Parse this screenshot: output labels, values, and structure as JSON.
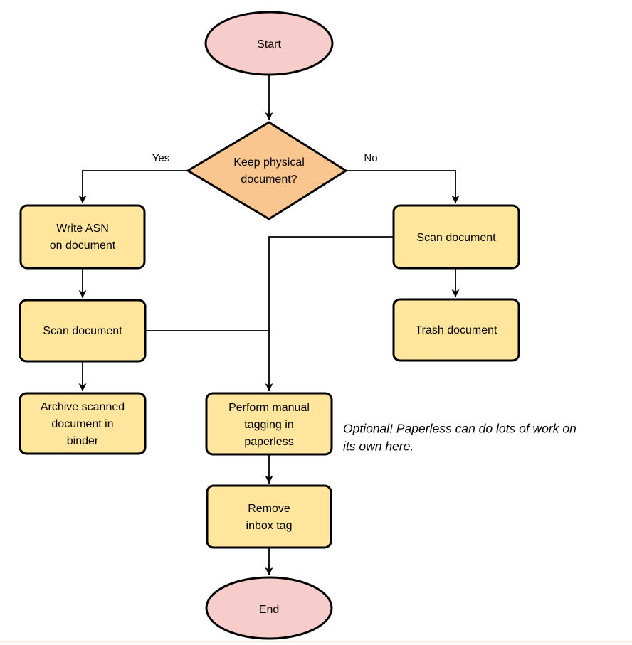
{
  "colors": {
    "terminal_fill": "#f6cdcb",
    "process_fill": "#ffe69c",
    "decision_fill": "#f9c690",
    "stroke": "#000000",
    "bottom_edge_line": "#f5eedb"
  },
  "labels": {
    "yes": "Yes",
    "no": "No"
  },
  "nodes": {
    "start": {
      "label": "Start"
    },
    "decision": {
      "line1": "Keep physical",
      "line2": "document?"
    },
    "write_asn": {
      "line1": "Write ASN",
      "line2": "on document"
    },
    "scan_left": {
      "label": "Scan document"
    },
    "archive": {
      "line1": "Archive scanned",
      "line2": "document in",
      "line3": "binder"
    },
    "scan_right": {
      "label": "Scan document"
    },
    "trash": {
      "label": "Trash document"
    },
    "tagging": {
      "line1": "Perform manual",
      "line2": "tagging in",
      "line3": "paperless"
    },
    "remove_inbox": {
      "line1": "Remove",
      "line2": "inbox tag"
    },
    "end": {
      "label": "End"
    }
  },
  "annotation": {
    "line1": "Optional! Paperless can do lots of work on",
    "line2": "its own here."
  }
}
